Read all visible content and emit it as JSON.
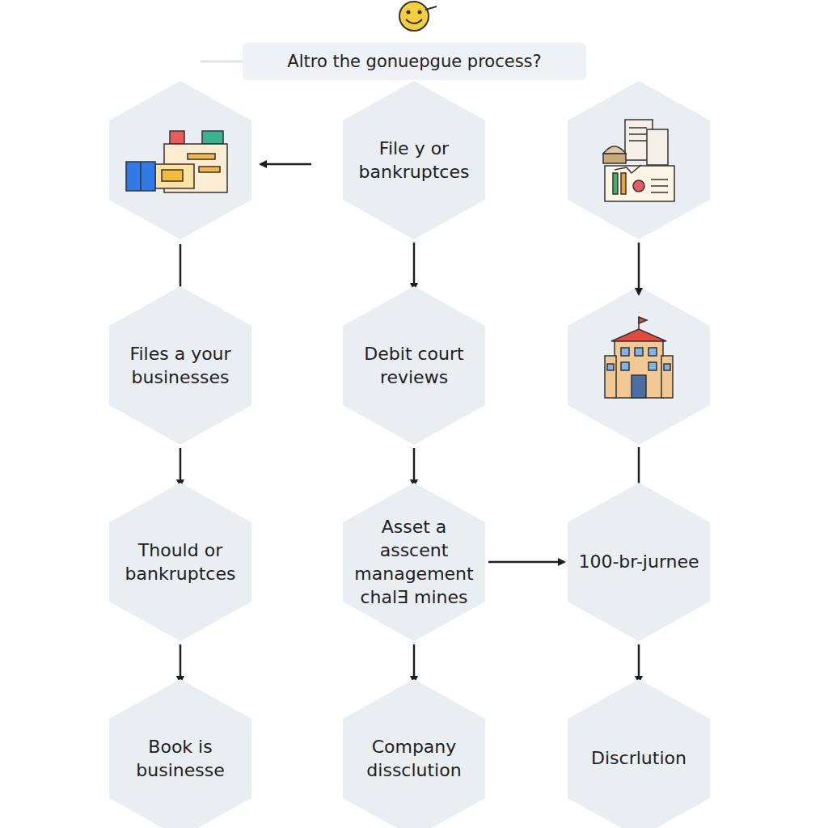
{
  "diagram": {
    "title": "Altro the gonuepgue process?",
    "nodes": [
      {
        "text": [
          "File y or bankruptces"
        ]
      },
      {
        "text": [
          "Files a your businesses"
        ]
      },
      {
        "text": [
          "Debit court reviews"
        ]
      },
      {
        "text": [
          "Thould or bankruptces"
        ]
      },
      {
        "text": [
          "Asset a asscent management chal∃ mines"
        ]
      },
      {
        "text": [
          "100-br-jurnee"
        ]
      },
      {
        "text": [
          "Book is businesse"
        ]
      },
      {
        "text": [
          "Company dissclution"
        ]
      },
      {
        "text": [
          "Discrlution"
        ]
      }
    ],
    "edges": [
      {
        "from": 0,
        "to": 2,
        "arrow": "to"
      },
      {
        "from": 2,
        "to": 4,
        "arrow": "to"
      },
      {
        "from": 4,
        "to": 7,
        "arrow": "to"
      },
      {
        "from": 4,
        "to": 5,
        "arrow": "to"
      },
      {
        "from": 1,
        "to": 3,
        "arrow": "to"
      },
      {
        "from": 3,
        "to": 6,
        "arrow": "to"
      },
      {
        "from": 5,
        "to": 8,
        "arrow": "to"
      }
    ]
  }
}
